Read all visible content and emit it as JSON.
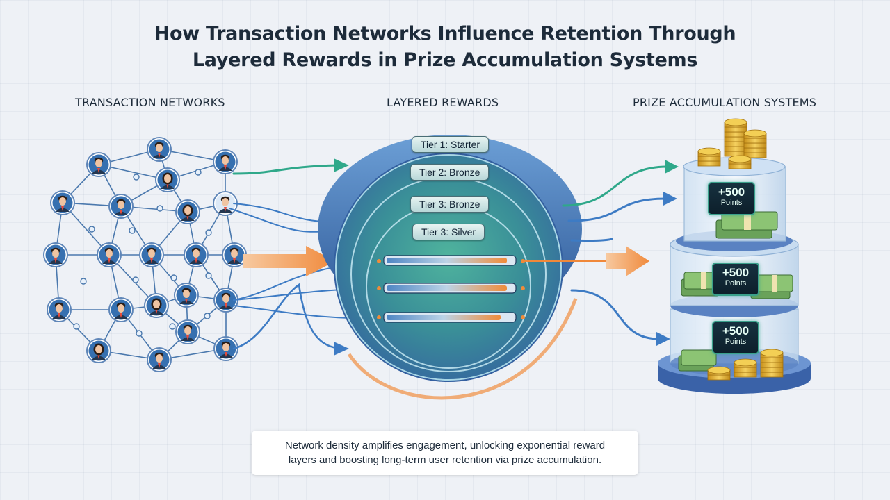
{
  "title_line1": "How Transaction Networks Influence Retention Through",
  "title_line2": "Layered Rewards in Prize Accumulation Systems",
  "headers": {
    "left": "TRANSACTION NETWORKS",
    "middle": "LAYERED REWARDS",
    "right": "PRIZE ACCUMULATION SYSTEMS"
  },
  "tiers": [
    "Tier 1: Starter",
    "Tier 2: Bronze",
    "Tier 3: Bronze",
    "Tier 3: Silver"
  ],
  "progress_levels": [
    0.95,
    0.95,
    0.9
  ],
  "prize_points": [
    {
      "value": "+500",
      "unit": "Points"
    },
    {
      "value": "+500",
      "unit": "Points"
    },
    {
      "value": "+500",
      "unit": "Points"
    }
  ],
  "caption_line1": "Network density amplifies engagement, unlocking exponential reward",
  "caption_line2": "layers and boosting long-term user retention via prize accumulation.",
  "colors": {
    "network_line": "#3f6fa8",
    "node_bg": "#2f6aa8",
    "green_arrow": "#2fa88a",
    "blue_arrow": "#3d7bc4",
    "orange_arrow": "#f0883a",
    "ring_outer": "#3f6fb2",
    "ring_teal": "#3aa397",
    "coin": "#e3b52a",
    "cash": "#7fb96c"
  },
  "icons": {
    "person": "person-avatar-icon",
    "coin": "coin-stack-icon",
    "cash": "cash-bundle-icon"
  }
}
